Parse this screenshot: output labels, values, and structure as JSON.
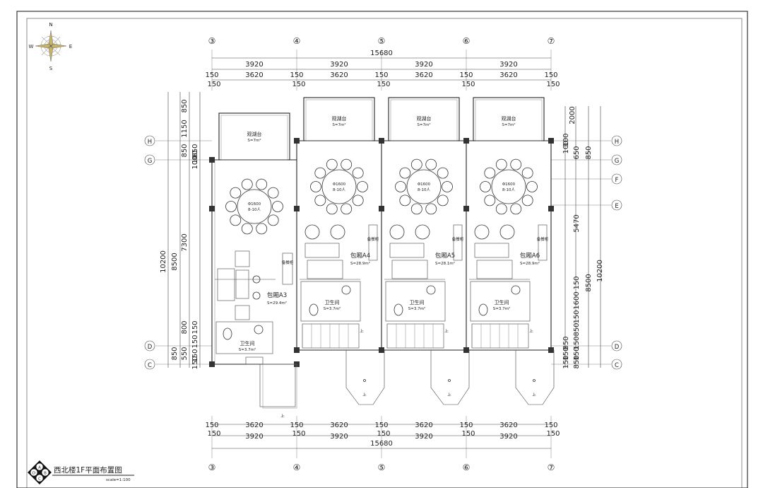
{
  "title": "西北楼1F平面布置图",
  "scale": "scale=1:100",
  "compass": {
    "n": "N",
    "s": "S",
    "e": "E",
    "w": "W"
  },
  "title_symbol": {
    "top": "A",
    "left": "D",
    "right": "B",
    "bottom": "C"
  },
  "axes_v": [
    "③",
    "④",
    "⑤",
    "⑥",
    "⑦"
  ],
  "axes_left": [
    "H",
    "G",
    "D",
    "C"
  ],
  "axes_right": [
    "H",
    "G",
    "F",
    "E",
    "D",
    "C"
  ],
  "dims": {
    "total": "15680",
    "bay": "3920",
    "inner": "3620",
    "wall": "150",
    "left_h": [
      "850",
      "1150",
      "850",
      "650",
      "100",
      "100",
      "7300",
      "800",
      "150",
      "150",
      "850",
      "550",
      "150",
      "150",
      "10200",
      "8500"
    ],
    "right_h": [
      "2000",
      "100",
      "100",
      "650",
      "850",
      "5470",
      "150",
      "1600",
      "150",
      "850",
      "850",
      "150",
      "150",
      "150",
      "150",
      "850",
      "8500",
      "10200"
    ]
  },
  "rooms": [
    {
      "name": "包厢A3",
      "area": "S=29.4m²",
      "terrace": "观湖台",
      "terrace_area": "S=7m²",
      "table": "Φ1600",
      "seats": "8-10人",
      "wc": "卫生间",
      "wc_area": "S=3.7m²"
    },
    {
      "name": "包厢A4",
      "area": "S=28.9m²",
      "terrace": "观湖台",
      "terrace_area": "S=7m²",
      "table": "Φ1600",
      "seats": "8-10人",
      "wc": "卫生间",
      "wc_area": "S=3.7m²",
      "cabinet": "备餐柜"
    },
    {
      "name": "包厢A5",
      "area": "S=28.1m²",
      "terrace": "观湖台",
      "terrace_area": "S=7m²",
      "table": "Φ1600",
      "seats": "8-10人",
      "wc": "卫生间",
      "wc_area": "S=3.7m²",
      "cabinet": "备餐柜"
    },
    {
      "name": "包厢A6",
      "area": "S=28.9m²",
      "terrace": "观湖台",
      "terrace_area": "S=7m²",
      "table": "Φ1600",
      "seats": "8-10人",
      "wc": "卫生间",
      "wc_area": "S=3.7m²",
      "cabinet": "备餐柜"
    }
  ],
  "cabinet_a3": "备餐柜",
  "up_mark": "上"
}
